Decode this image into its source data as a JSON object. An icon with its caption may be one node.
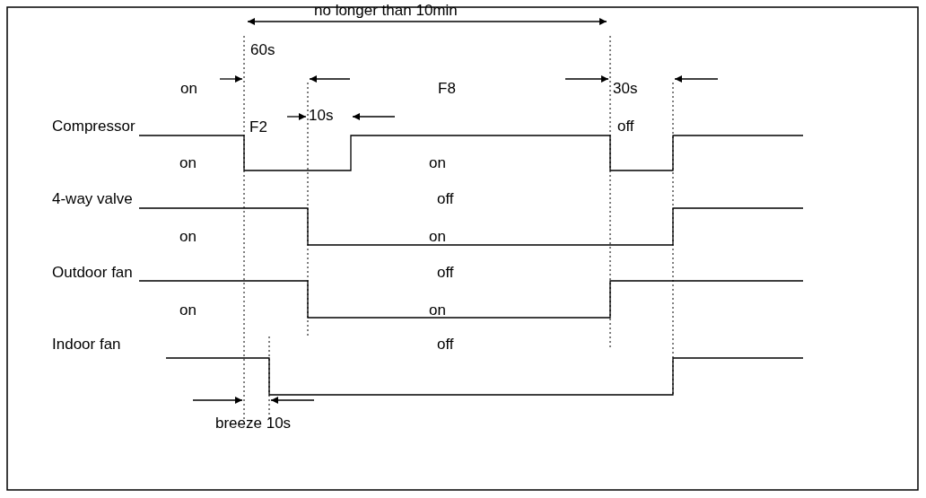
{
  "diagram": {
    "labels": [
      "no longer than 10min",
      "60s",
      "on",
      "10s",
      "F8",
      "30s",
      "Compressor",
      "F2",
      "off",
      "on",
      "on",
      "4-way valve",
      "off",
      "on",
      "on",
      "Outdoor fan",
      "off",
      "on",
      "on",
      "Indoor fan",
      "off",
      "breeze 10s"
    ]
  }
}
